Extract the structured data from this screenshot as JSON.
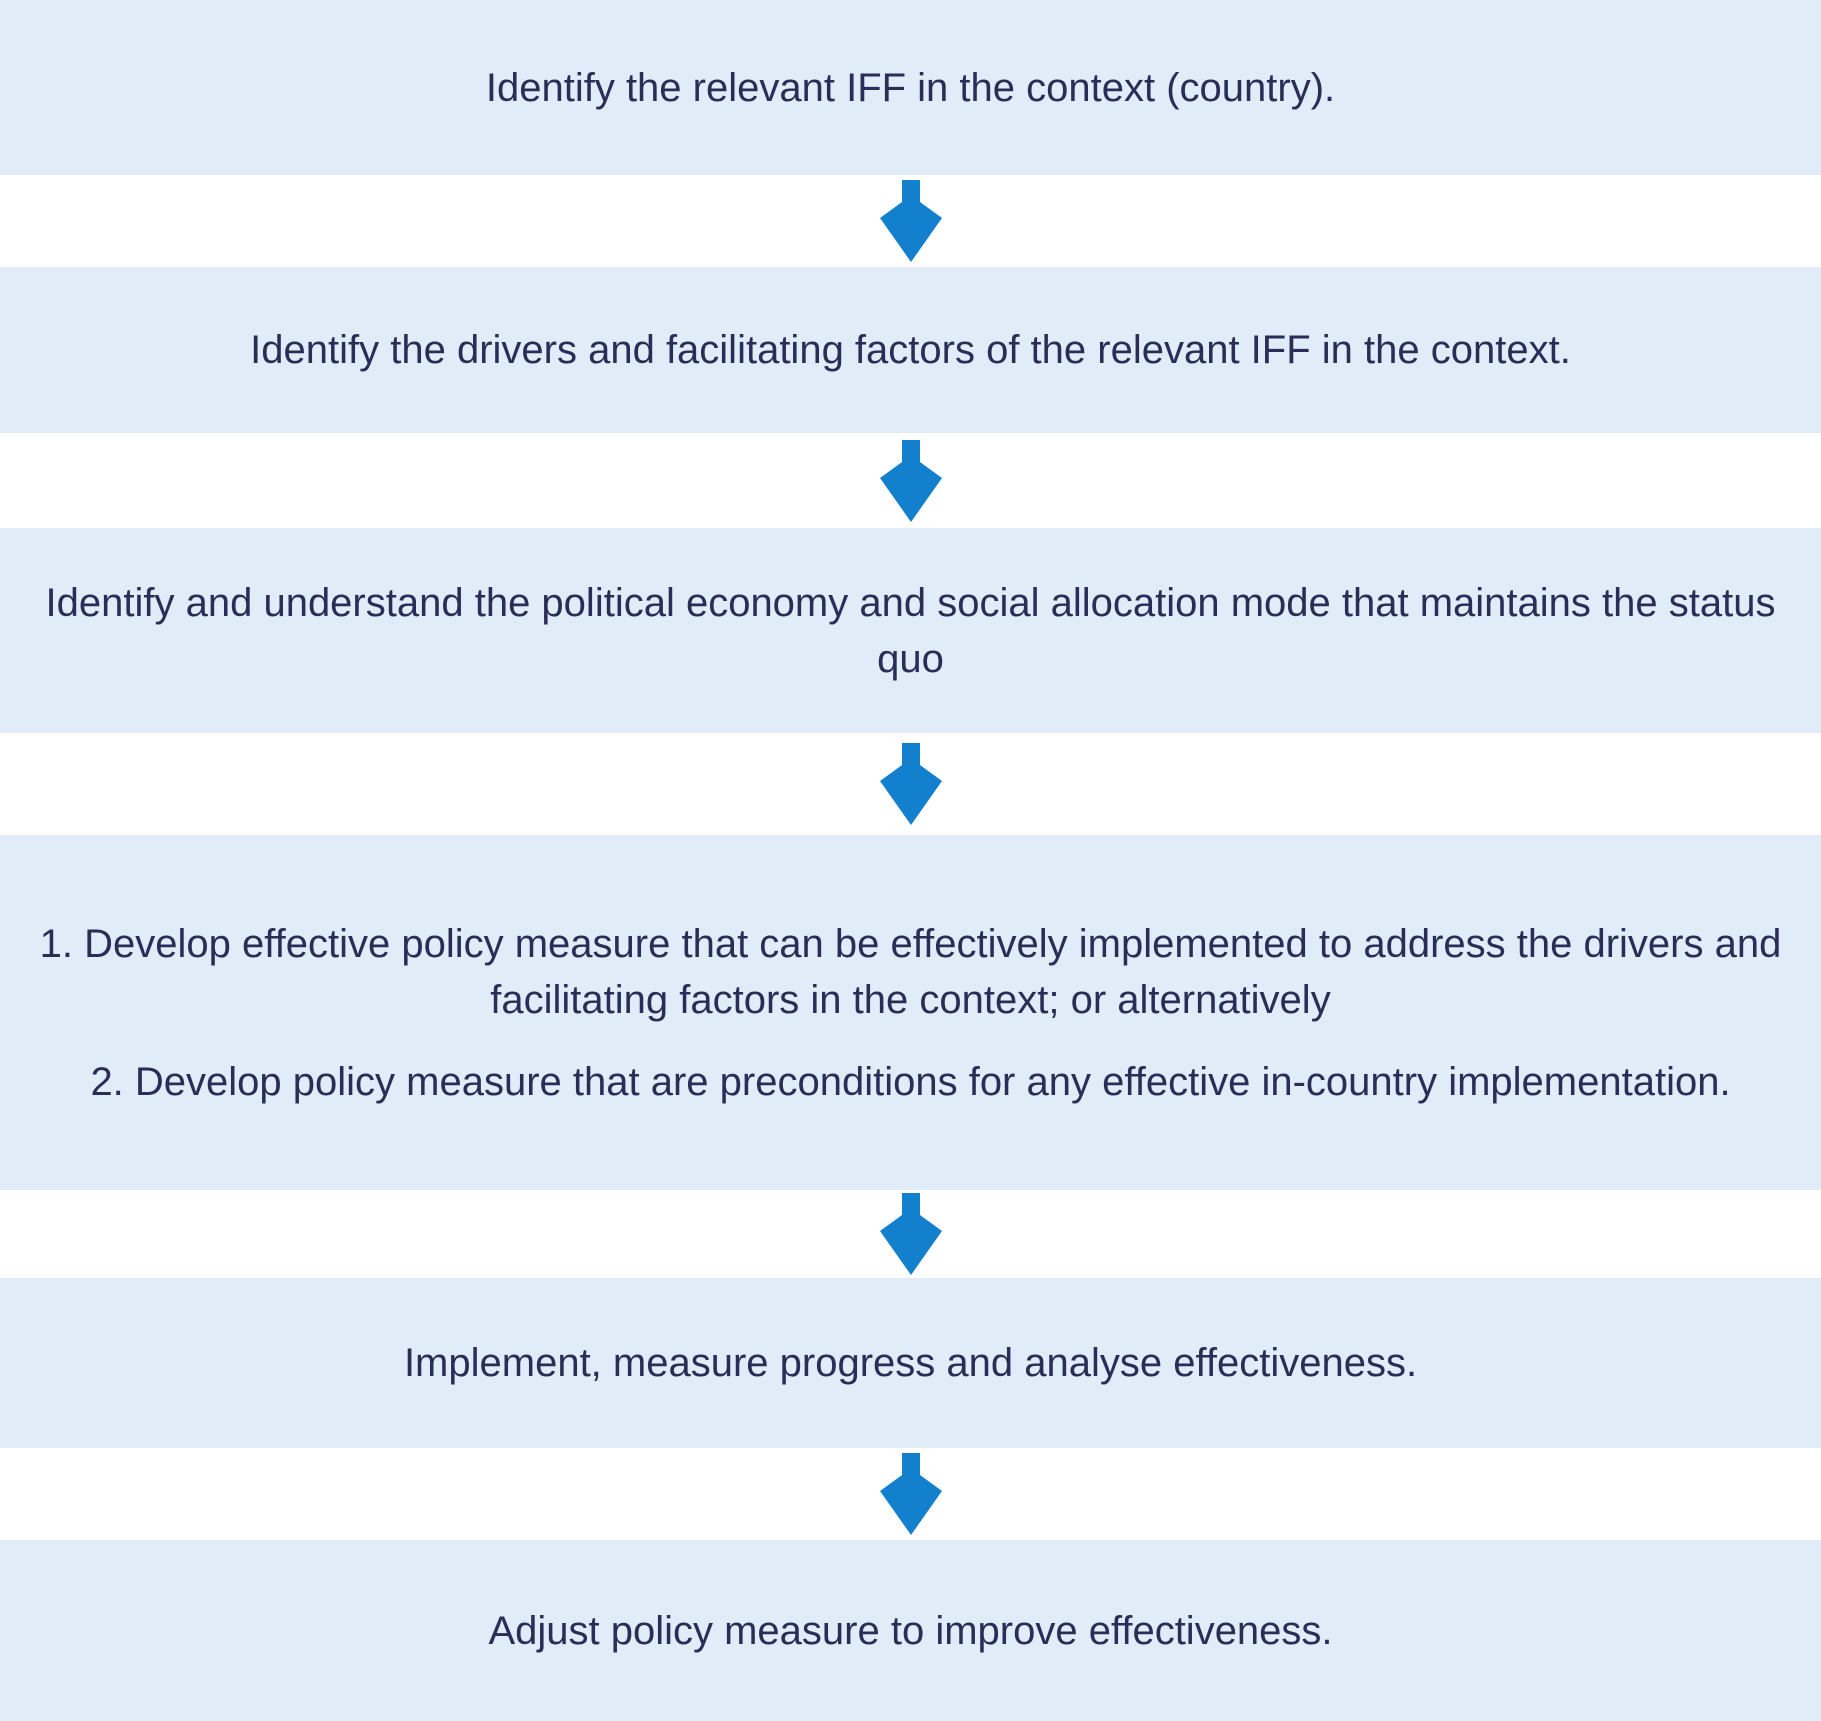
{
  "diagram": {
    "steps": [
      {
        "text": "Identify the relevant IFF in the context (country)."
      },
      {
        "text": "Identify the drivers and facilitating factors of the relevant IFF in the context."
      },
      {
        "text": "Identify and understand the political economy and social allocation mode that maintains the status quo"
      },
      {
        "lines": [
          "1. Develop effective policy measure that can be effectively implemented to address the drivers and facilitating factors in the context; or alternatively",
          "2. Develop policy measure that are preconditions for any effective in-country implementation."
        ]
      },
      {
        "text": "Implement, measure progress and analyse effectiveness."
      },
      {
        "text": "Adjust policy measure to improve effectiveness."
      }
    ],
    "connector_icon": "down-arrow-icon",
    "colors": {
      "box_background": "#e0ecf8",
      "text": "#2a2d56",
      "arrow": "#1380cd"
    }
  }
}
